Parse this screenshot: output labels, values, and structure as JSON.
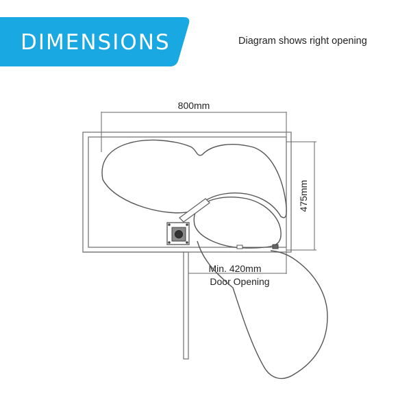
{
  "banner": {
    "title": "DIMENSIONS",
    "color": "#1aa8e3"
  },
  "note": "Diagram shows right opening",
  "dimensions": {
    "width": "800mm",
    "depth": "475mm",
    "door_min": "Min. 420mm",
    "door_label": "Door Opening"
  }
}
